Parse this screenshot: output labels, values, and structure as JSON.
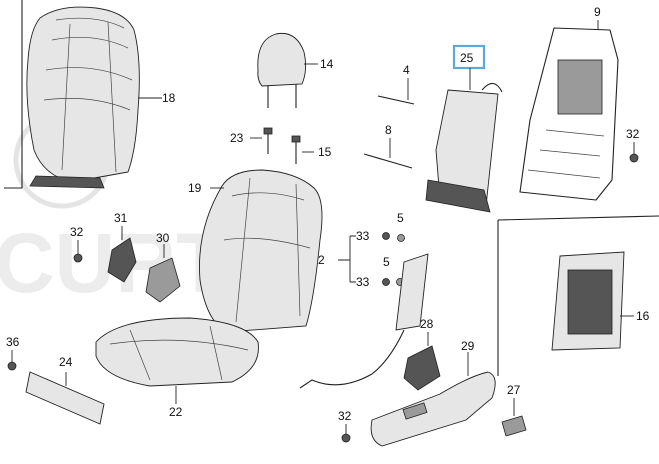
{
  "diagram": {
    "highlight_color": "#5fa8d3",
    "line_color": "#222222",
    "watermark_text": "CURT"
  },
  "labels": {
    "p4": "4",
    "p8": "8",
    "p9": "9",
    "p25": "25",
    "p32_right": "32",
    "p14": "14",
    "p23": "23",
    "p15": "15",
    "p19": "19",
    "p31": "31",
    "p30": "30",
    "p32_left": "32",
    "p33_top": "33",
    "p5_top": "5",
    "p2": "2",
    "p33_bottom": "33",
    "p5_bottom": "5",
    "p28": "28",
    "p29": "29",
    "p36": "36",
    "p24": "24",
    "p22": "22",
    "p32_bottom": "32",
    "p27": "27",
    "p18_partial": "18",
    "p16_partial": "16"
  }
}
